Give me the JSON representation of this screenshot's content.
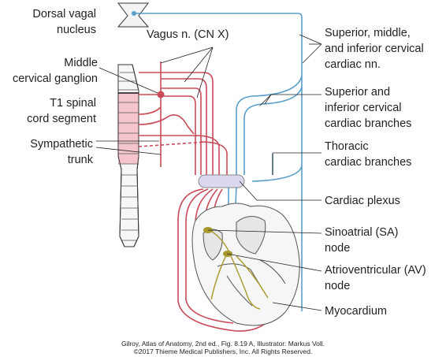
{
  "labels": {
    "dorsal_vagal_nucleus": [
      "Dorsal vagal",
      "nucleus"
    ],
    "vagus_nerve": "Vagus n. (CN X)",
    "middle_cervical_ganglion": [
      "Middle",
      "cervical ganglion"
    ],
    "t1_spinal_cord_segment": [
      "T1 spinal",
      "cord segment"
    ],
    "sympathetic_trunk": [
      "Sympathetic",
      "trunk"
    ],
    "cervical_cardiac_nerves": [
      "Superior, middle,",
      "and inferior cervical",
      "cardiac nn."
    ],
    "cervical_cardiac_branches": [
      "Superior and",
      "inferior cervical",
      "cardiac branches"
    ],
    "thoracic_cardiac_branches": [
      "Thoracic",
      "cardiac branches"
    ],
    "cardiac_plexus": "Cardiac plexus",
    "sa_node": [
      "Sinoatrial (SA)",
      "node"
    ],
    "av_node": [
      "Atrioventricular (AV)",
      "node"
    ],
    "myocardium": "Myocardium"
  },
  "credit": [
    "Gilroy, Atlas of Anatomy, 2nd ed., Fig. 8.19 A, Illustrator: Markus Voll.",
    "©2017 Thieme Medical Publishers, Inc. All Rights Reserved."
  ],
  "colors": {
    "sympathetic": "#c94a58",
    "parasympathetic": "#5a9fc9",
    "spinal_cord_fill": "#f4c6cc",
    "plexus_fill": "#dcd8ef",
    "node_color": "#a89a2a",
    "text": "#231f20"
  }
}
